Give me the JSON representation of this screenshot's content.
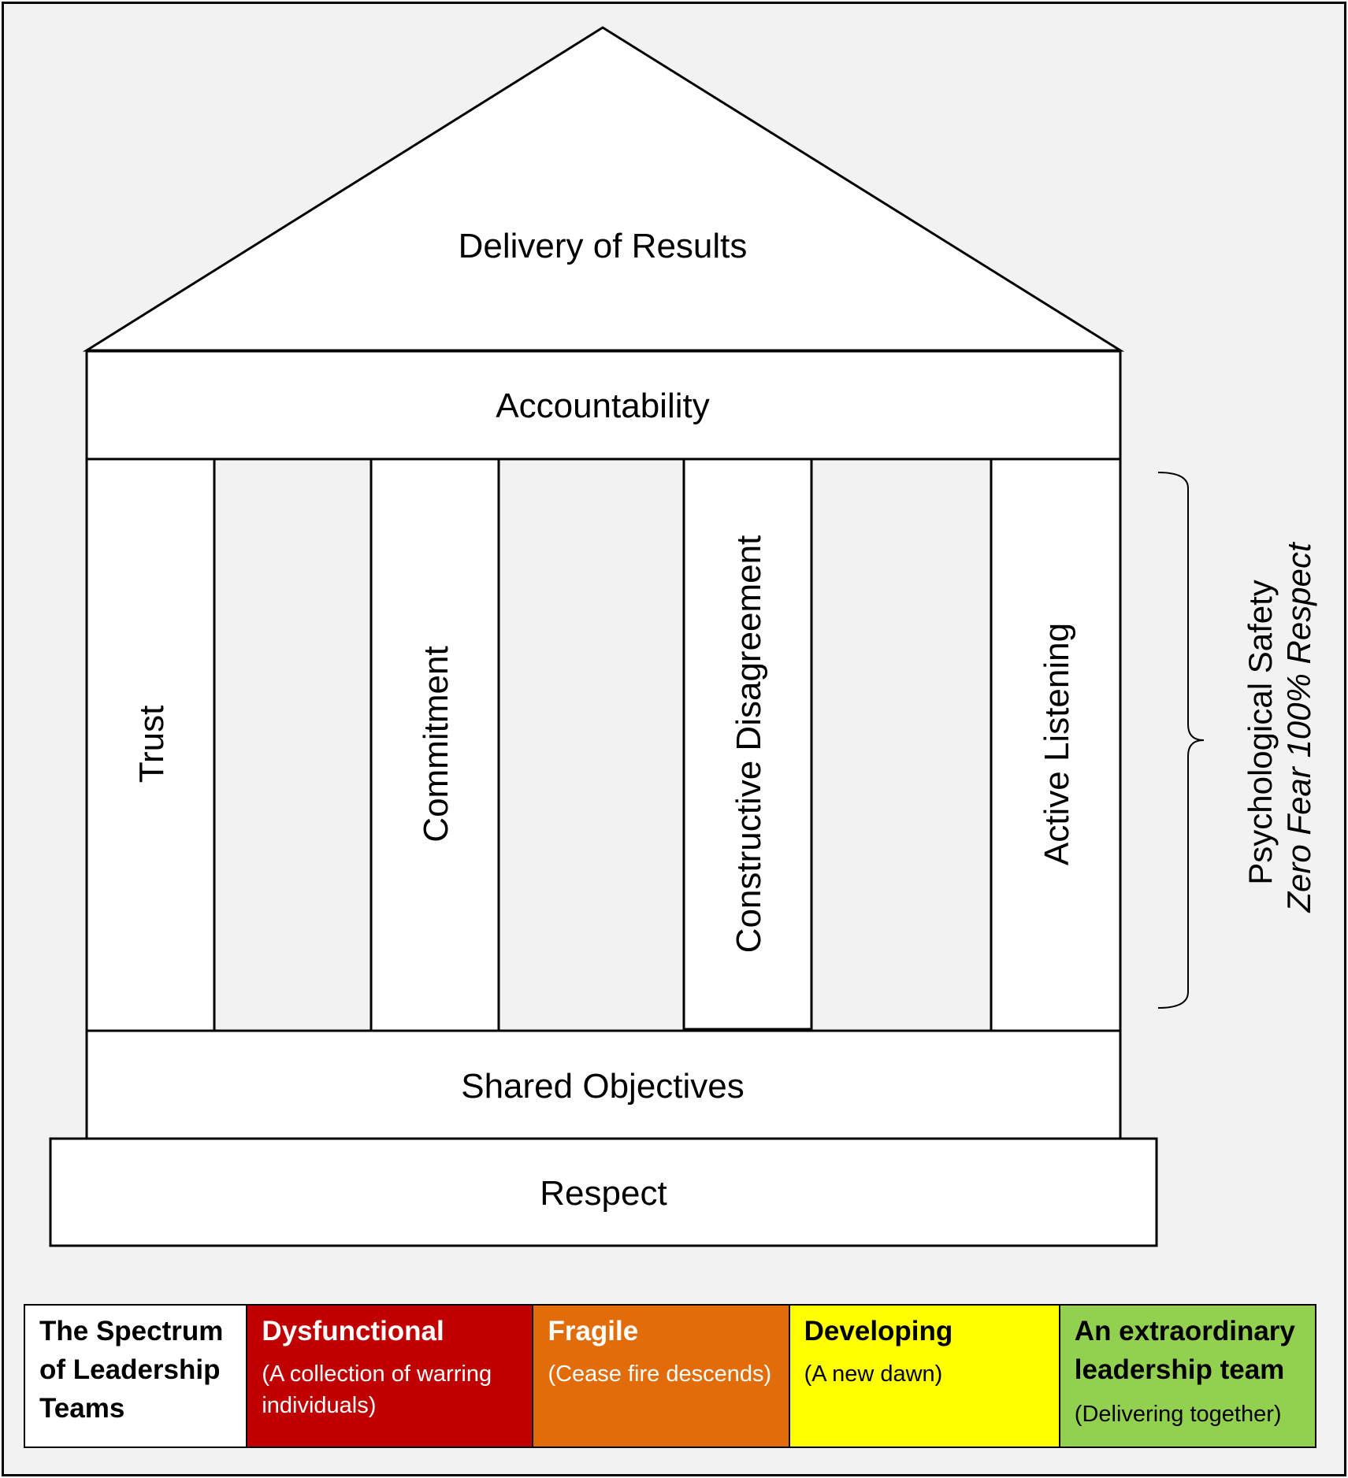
{
  "house": {
    "roof": "Delivery of Results",
    "beam": "Accountability",
    "pillars": [
      "Trust",
      "Commitment",
      "Constructive Disagreement",
      "Active Listening"
    ],
    "floor": "Shared Objectives",
    "base": "Respect"
  },
  "bracket": {
    "title": "Psychological Safety",
    "subtitle": "Zero Fear 100% Respect"
  },
  "legend": {
    "heading": "The Spectrum of Leadership Teams",
    "stages": [
      {
        "title": "Dysfunctional",
        "desc": "(A collection of warring individuals)",
        "color": "#c00000"
      },
      {
        "title": "Fragile",
        "desc": "(Cease fire descends)",
        "color": "#e36c0a"
      },
      {
        "title": "Developing",
        "desc": "(A new dawn)",
        "color": "#ffff00"
      },
      {
        "title": "An extraordinary leadership team",
        "desc": "(Delivering together)",
        "color": "#92d050"
      }
    ]
  }
}
